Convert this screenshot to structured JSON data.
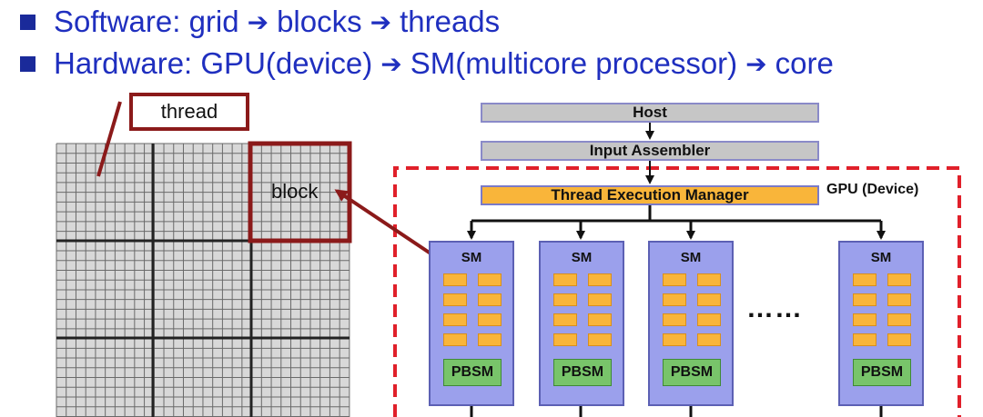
{
  "bullets": [
    {
      "prefix": "Software: grid",
      "items": [
        "blocks",
        "threads"
      ],
      "arrow": "➔"
    },
    {
      "prefix": "Hardware: GPU(device)",
      "items": [
        "SM(multicore processor)",
        "core"
      ],
      "arrow": "➔"
    }
  ],
  "grid": {
    "thread_label": "thread",
    "block_label": "block",
    "callout_color": "#8b1a1a"
  },
  "gpu": {
    "host": "Host",
    "input_assembler": "Input Assembler",
    "thread_execution_manager": "Thread Execution Manager",
    "device_label": "GPU (Device)",
    "ellipsis": "……",
    "sms": [
      {
        "title": "SM",
        "memory": "PBSM"
      },
      {
        "title": "SM",
        "memory": "PBSM"
      },
      {
        "title": "SM",
        "memory": "PBSM"
      },
      {
        "title": "SM",
        "memory": "PBSM"
      }
    ]
  },
  "colors": {
    "bullet_text": "#1f2fbf",
    "sm_fill": "#9ba0ec",
    "core_fill": "#f9b53a",
    "pbsm_fill": "#78c46a",
    "device_border": "#e0202a"
  }
}
